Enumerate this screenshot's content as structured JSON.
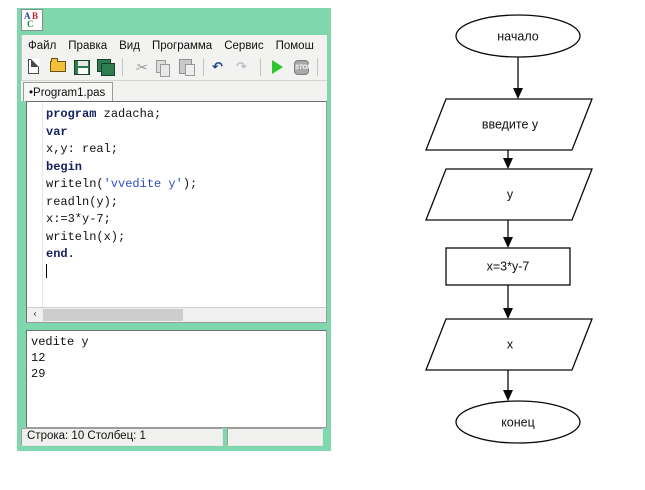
{
  "app": {
    "icon_name": "abc-icon",
    "title_bar_color": "#7fd8ad",
    "menu": [
      "Файл",
      "Правка",
      "Вид",
      "Программа",
      "Сервис",
      "Помош"
    ],
    "toolbar": [
      {
        "name": "new-file-icon",
        "title": "Новый"
      },
      {
        "name": "open-file-icon",
        "title": "Открыть"
      },
      {
        "name": "save-icon",
        "title": "Сохранить"
      },
      {
        "name": "save-all-icon",
        "title": "Сохранить все"
      },
      {
        "name": "cut-icon",
        "title": "Вырезать",
        "glyph": "✂"
      },
      {
        "name": "copy-icon",
        "title": "Копировать"
      },
      {
        "name": "paste-icon",
        "title": "Вставить"
      },
      {
        "name": "undo-icon",
        "title": "Отменить",
        "glyph": "↶"
      },
      {
        "name": "redo-icon",
        "title": "Вернуть",
        "glyph": "↷"
      },
      {
        "name": "run-icon",
        "title": "Выполнить"
      },
      {
        "name": "stop-icon",
        "title": "Стоп",
        "glyph": "STOP"
      }
    ],
    "tab": {
      "label": "•Program1.pas"
    },
    "editor": {
      "lines": [
        [
          {
            "t": "program",
            "c": "kw"
          },
          {
            "t": " zadacha;",
            "c": ""
          }
        ],
        [
          {
            "t": "var",
            "c": "kw"
          }
        ],
        [
          {
            "t": "x,y: real;",
            "c": ""
          }
        ],
        [
          {
            "t": "begin",
            "c": "kw"
          }
        ],
        [
          {
            "t": "writeln(",
            "c": ""
          },
          {
            "t": "'vvedite y'",
            "c": "str"
          },
          {
            "t": ");",
            "c": ""
          }
        ],
        [
          {
            "t": "readln(y);",
            "c": ""
          }
        ],
        [
          {
            "t": "x:=3*y-7;",
            "c": ""
          }
        ],
        [
          {
            "t": "writeln(x);",
            "c": ""
          }
        ],
        [
          {
            "t": "end.",
            "c": "kw"
          }
        ]
      ],
      "scroll_left_arrow": "‹"
    },
    "console": {
      "lines": [
        "vedite y",
        "12",
        "29"
      ]
    },
    "status": {
      "left": "Строка: 10    Столбец: 1",
      "right": ""
    }
  },
  "flowchart": {
    "nodes": [
      {
        "id": "start",
        "shape": "ellipse",
        "label": "начало"
      },
      {
        "id": "prompt",
        "shape": "parallelogram",
        "label": "введите y"
      },
      {
        "id": "input",
        "shape": "parallelogram",
        "label": "y"
      },
      {
        "id": "calc",
        "shape": "rectangle",
        "label": "x=3*y-7"
      },
      {
        "id": "output",
        "shape": "parallelogram",
        "label": "x"
      },
      {
        "id": "end",
        "shape": "ellipse",
        "label": "конец"
      }
    ]
  }
}
